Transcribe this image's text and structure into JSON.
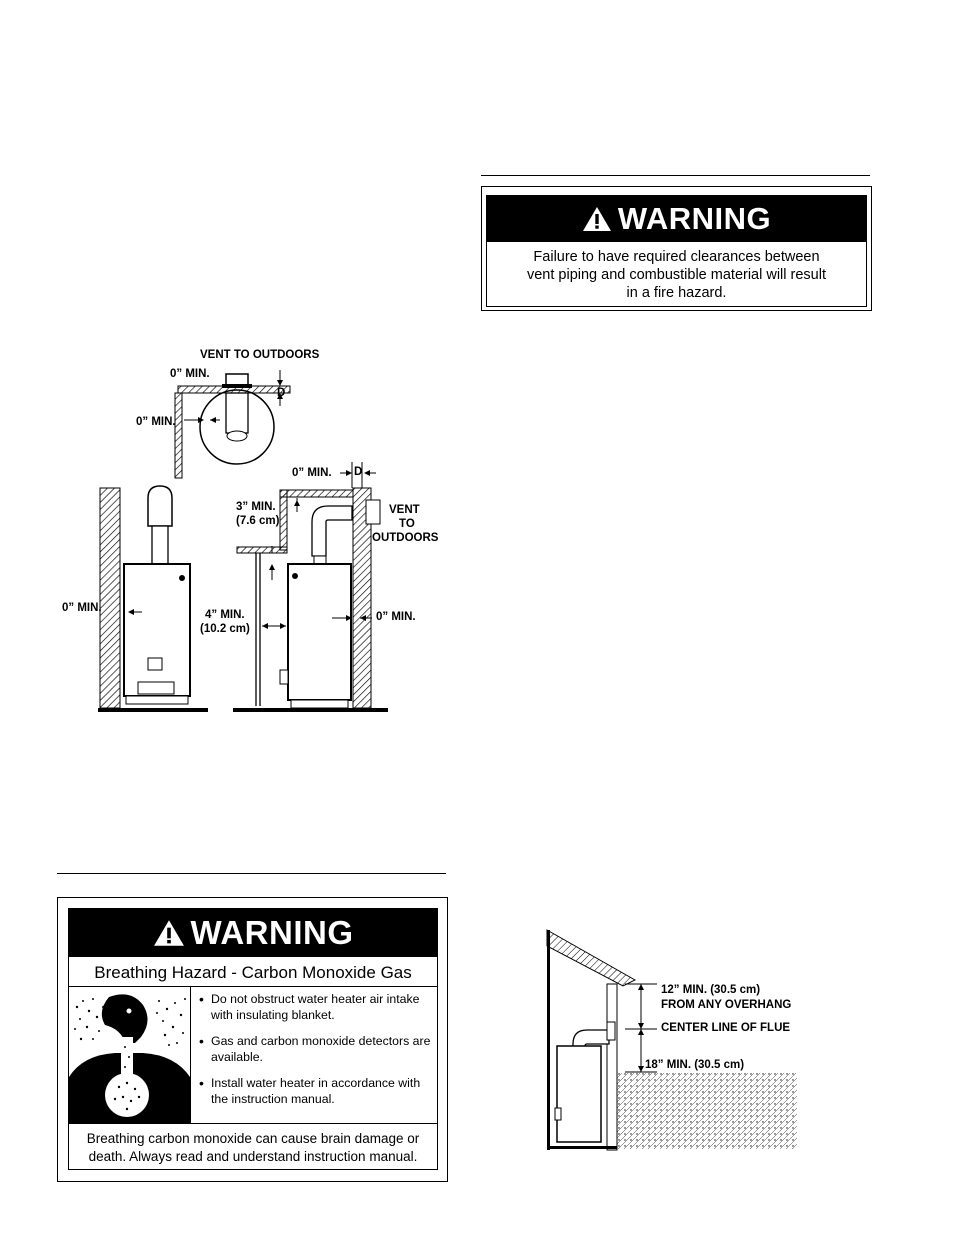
{
  "warning_top": {
    "title": "WARNING",
    "icon": "warning-triangle-icon",
    "line1": "Failure to have required clearances between",
    "line2": "vent piping and combustible material will result",
    "line3": "in a fire hazard."
  },
  "diagram_clearances": {
    "vent_to_outdoors": "VENT TO OUTDOORS",
    "zero_min_top": "0” MIN.",
    "d_top": "D",
    "zero_min_side": "0” MIN.",
    "zero_min_right_top": "0” MIN.",
    "d_right": "D",
    "three_min": "3” MIN.",
    "three_min_cm": "(7.6 cm)",
    "vent_right_1": "VENT",
    "vent_right_2": "TO",
    "vent_right_3": "OUTDOORS",
    "zero_min_left": "0” MIN.",
    "four_min": "4” MIN.",
    "four_min_cm": "(10.2 cm)",
    "zero_min_right": "0” MIN."
  },
  "warning_bottom": {
    "title": "WARNING",
    "icon": "warning-triangle-icon",
    "subtitle": "Breathing Hazard -  Carbon Monoxide Gas",
    "bullets": [
      "Do not obstruct water heater air intake with insulating blanket.",
      "Gas and carbon monoxide detectors are available.",
      "Install water heater in accordance with the instruction manual."
    ],
    "footer": "Breathing carbon monoxide can cause brain damage or death.  Always read and understand instruction manual."
  },
  "diagram_overhang": {
    "label1": "12” MIN. (30.5 cm)",
    "label2": "FROM ANY OVERHANG",
    "label3": "CENTER LINE OF FLUE",
    "label4": "18” MIN. (30.5 cm)"
  }
}
